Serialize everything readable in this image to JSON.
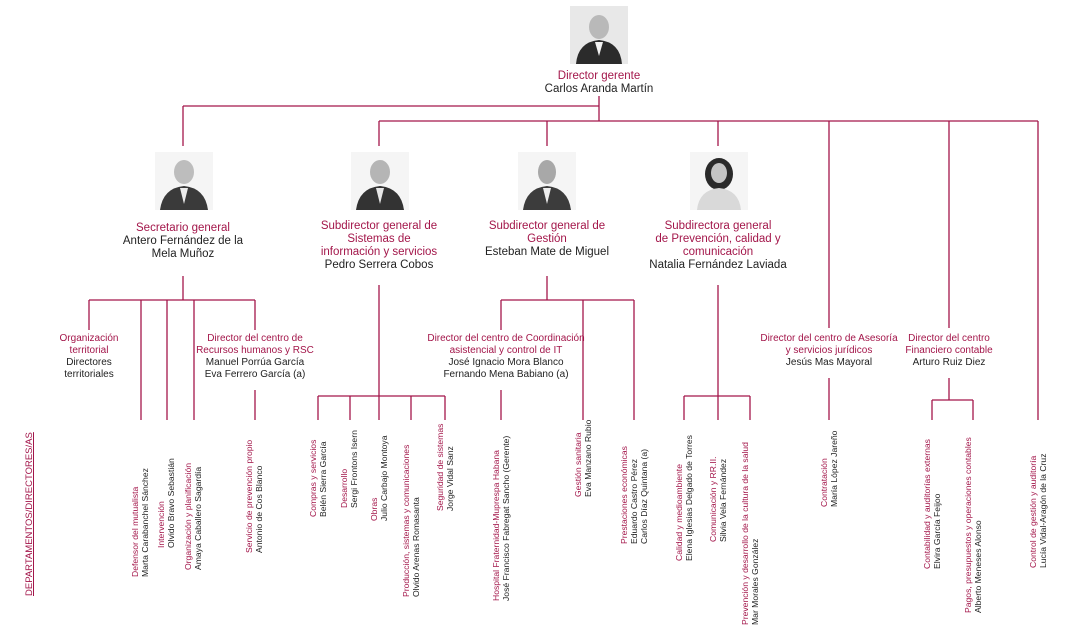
{
  "director": {
    "title": "Director gerente",
    "name": "Carlos Aranda Martín"
  },
  "secretario": {
    "title": "Secretario general",
    "name1": "Antero Fernández de la",
    "name2": "Mela Muñoz"
  },
  "sub_sistemas": {
    "t1": "Subdirector general de",
    "t2": "Sistemas de",
    "t3": "información y servicios",
    "name": "Pedro Serrera Cobos"
  },
  "sub_gestion": {
    "t1": "Subdirector general de",
    "t2": "Gestión",
    "name": "Esteban Mate de Miguel"
  },
  "sub_prevencion": {
    "t1": "Subdirectora general",
    "t2": "de Prevención, calidad y",
    "t3": "comunicación",
    "name": "Natalia Fernández Laviada"
  },
  "org_territorial": {
    "t1": "Organización",
    "t2": "territorial",
    "n1": "Directores",
    "n2": "territoriales"
  },
  "rrhh": {
    "t1": "Director del centro de",
    "t2": "Recursos humanos y RSC",
    "n1": "Manuel Porrúa García",
    "n2": "Eva Ferrero García (a)"
  },
  "coordinacion": {
    "t1": "Director del centro de Coordinación",
    "t2": "asistencial y control de IT",
    "n1": "José Ignacio Mora Blanco",
    "n2": "Fernando Mena Babiano (a)"
  },
  "asesoria": {
    "t1": "Director del centro de Asesoría",
    "t2": "y servicios jurídicos",
    "n1": "Jesús Mas Mayoral"
  },
  "financiero": {
    "t1": "Director del centro",
    "t2": "Financiero contable",
    "n1": "Arturo Ruiz Diez"
  },
  "side_label": "DEPARTAMENTOS/DIRECTORES/AS",
  "leaves": [
    {
      "t": "Defensor del mutualista",
      "n": "Marta Carabanchel Sánchez"
    },
    {
      "t": "Intervención",
      "n": "Olvido Bravo Sebastián"
    },
    {
      "t": "Organización y planificación",
      "n": "Amaya Caballero Sagardía"
    },
    {
      "t": "Servicio de prevención propio",
      "n": "Antonio de Cos Blanco"
    },
    {
      "t": "Compras y servicios",
      "n": "Belén Sierra García"
    },
    {
      "t": "Desarrollo",
      "n": "Sergi Frontons Isern"
    },
    {
      "t": "Obras",
      "n": "Julio Carbajo Montoya"
    },
    {
      "t": "Producción, sistemas y comunicaciones",
      "n": "Olvido Arenas Romasanta"
    },
    {
      "t": "Seguridad de sistemas",
      "n": "Jorge Vidal Sanz"
    },
    {
      "t": "Hospital Fraternidad-Muprespa Habana",
      "n": "José Francisco Fabregat Sancho (Gerente)"
    },
    {
      "t": "Gestión sanitaria",
      "n": "Eva Manzano Rubio"
    },
    {
      "t": "Prestaciones económicas",
      "n": "Eduardo Castro Pérez",
      "n2": "Carlos Díaz Quintana (a)"
    },
    {
      "t": "Calidad y medioambiente",
      "n": "Elena Iglesias Delgado de Torres"
    },
    {
      "t": "Comunicación y RR.II.",
      "n": "Silvia Vela Fernández"
    },
    {
      "t": "Prevención y desarrollo de la  cultura de la salud",
      "n": "Mar Morales González"
    },
    {
      "t": "Contratación",
      "n": "María López Jareño"
    },
    {
      "t": "Contabilidad y auditorías externas",
      "n": "Elvira García Feijoo"
    },
    {
      "t": "Pagos, presupuestos y operaciones contables",
      "n": "Alberto Meneses Alonso"
    },
    {
      "t": "Control de gestión y auditoría",
      "n": "Lucía Vidal-Aragón de la Cruz"
    }
  ],
  "colors": {
    "accent": "#a3164a",
    "text": "#222222"
  }
}
